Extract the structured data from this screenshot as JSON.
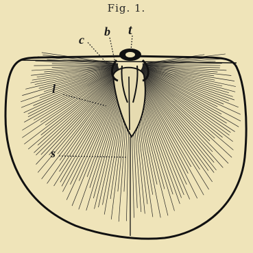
{
  "figure": {
    "caption": "Fig. 1.",
    "labels": {
      "c": "c",
      "b": "b",
      "t": "t",
      "l": "l",
      "s": "s"
    }
  },
  "colors": {
    "background": "#efe4b9",
    "ink": "#1a1a1a"
  }
}
